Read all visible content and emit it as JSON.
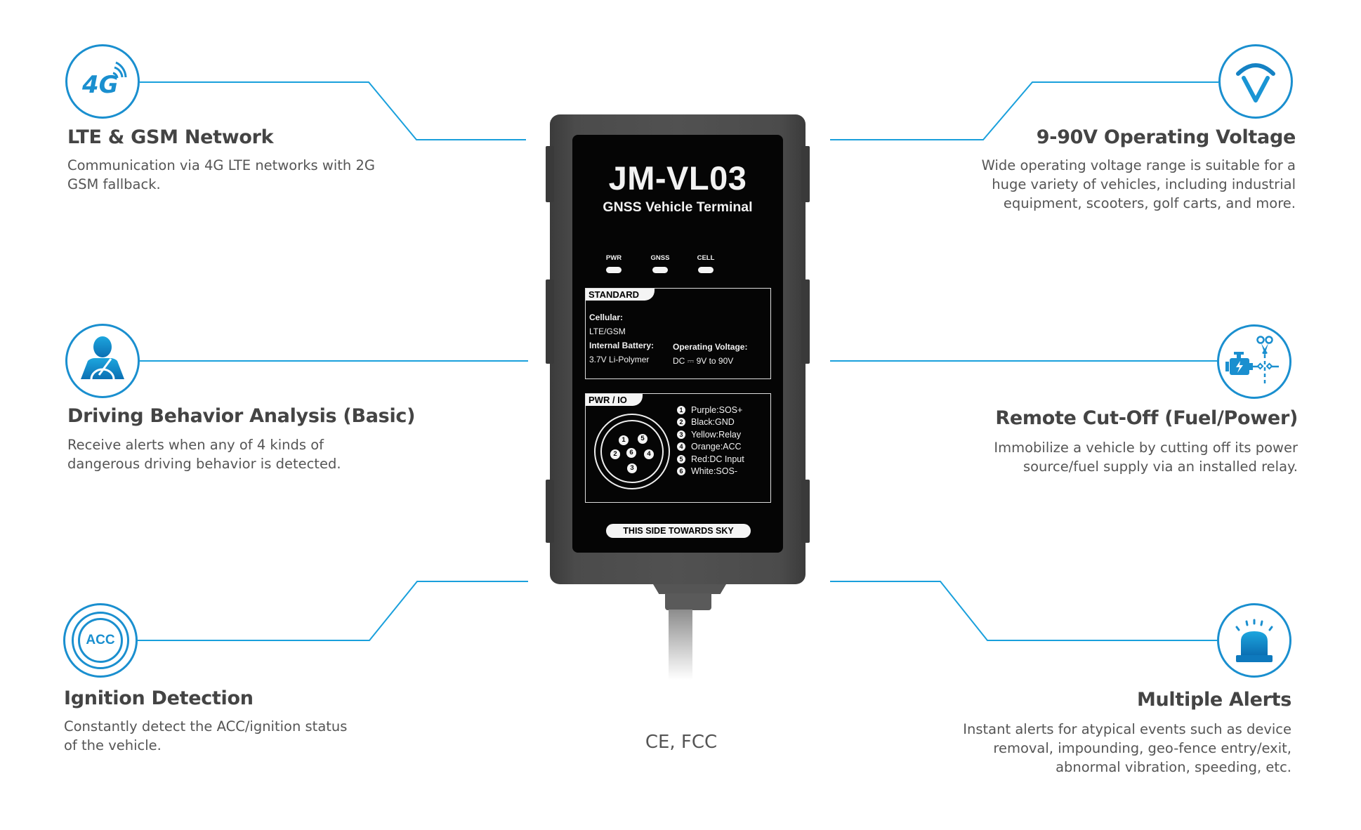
{
  "accent_color": "#1a8fcf",
  "device": {
    "model": "JM-VL03",
    "subtitle": "GNSS Vehicle Terminal",
    "leds": [
      "PWR",
      "GNSS",
      "CELL"
    ],
    "standard": {
      "tag": "STANDARD",
      "cellular_label": "Cellular:",
      "cellular_value": "LTE/GSM",
      "battery_label": "Internal Battery:",
      "battery_value": "3.7V Li-Polymer",
      "voltage_label": "Operating Voltage:",
      "voltage_value": "DC ⎓ 9V to 90V"
    },
    "pwr_io": {
      "tag": "PWR / IO",
      "pins": [
        {
          "num": "1",
          "label": "Purple:SOS+"
        },
        {
          "num": "2",
          "label": "Black:GND"
        },
        {
          "num": "3",
          "label": "Yellow:Relay"
        },
        {
          "num": "4",
          "label": "Orange:ACC"
        },
        {
          "num": "5",
          "label": "Red:DC Input"
        },
        {
          "num": "6",
          "label": "White:SOS-"
        }
      ]
    },
    "orientation_label": "THIS SIDE TOWARDS SKY"
  },
  "certifications": "CE, FCC",
  "features": {
    "left": [
      {
        "icon": "4g-signal-icon",
        "icon_text": "4G",
        "title": "LTE & GSM Network",
        "body": [
          "Communication via 4G LTE networks with 2G",
          "GSM fallback."
        ]
      },
      {
        "icon": "driver-seatbelt-icon",
        "title": "Driving Behavior Analysis (Basic)",
        "body": [
          "Receive alerts when any of 4 kinds of",
          "dangerous driving behavior is detected."
        ]
      },
      {
        "icon": "acc-ignition-icon",
        "icon_text": "ACC",
        "title": "Ignition Detection",
        "body": [
          "Constantly detect the ACC/ignition status",
          "of the vehicle."
        ]
      }
    ],
    "right": [
      {
        "icon": "voltage-v-icon",
        "icon_text": "V",
        "title": "9-90V Operating Voltage",
        "body": [
          "Wide operating voltage range is suitable for a",
          "huge variety of vehicles, including industrial",
          "equipment, scooters, golf carts, and more."
        ]
      },
      {
        "icon": "engine-cutoff-icon",
        "title": "Remote Cut-Off (Fuel/Power)",
        "body": [
          "Immobilize a vehicle by cutting off its power",
          "source/fuel supply via an installed relay."
        ]
      },
      {
        "icon": "alarm-beacon-icon",
        "title": "Multiple Alerts",
        "body": [
          "Instant alerts for atypical events such as device",
          "removal, impounding, geo-fence entry/exit,",
          "abnormal vibration, speeding, etc."
        ]
      }
    ]
  }
}
